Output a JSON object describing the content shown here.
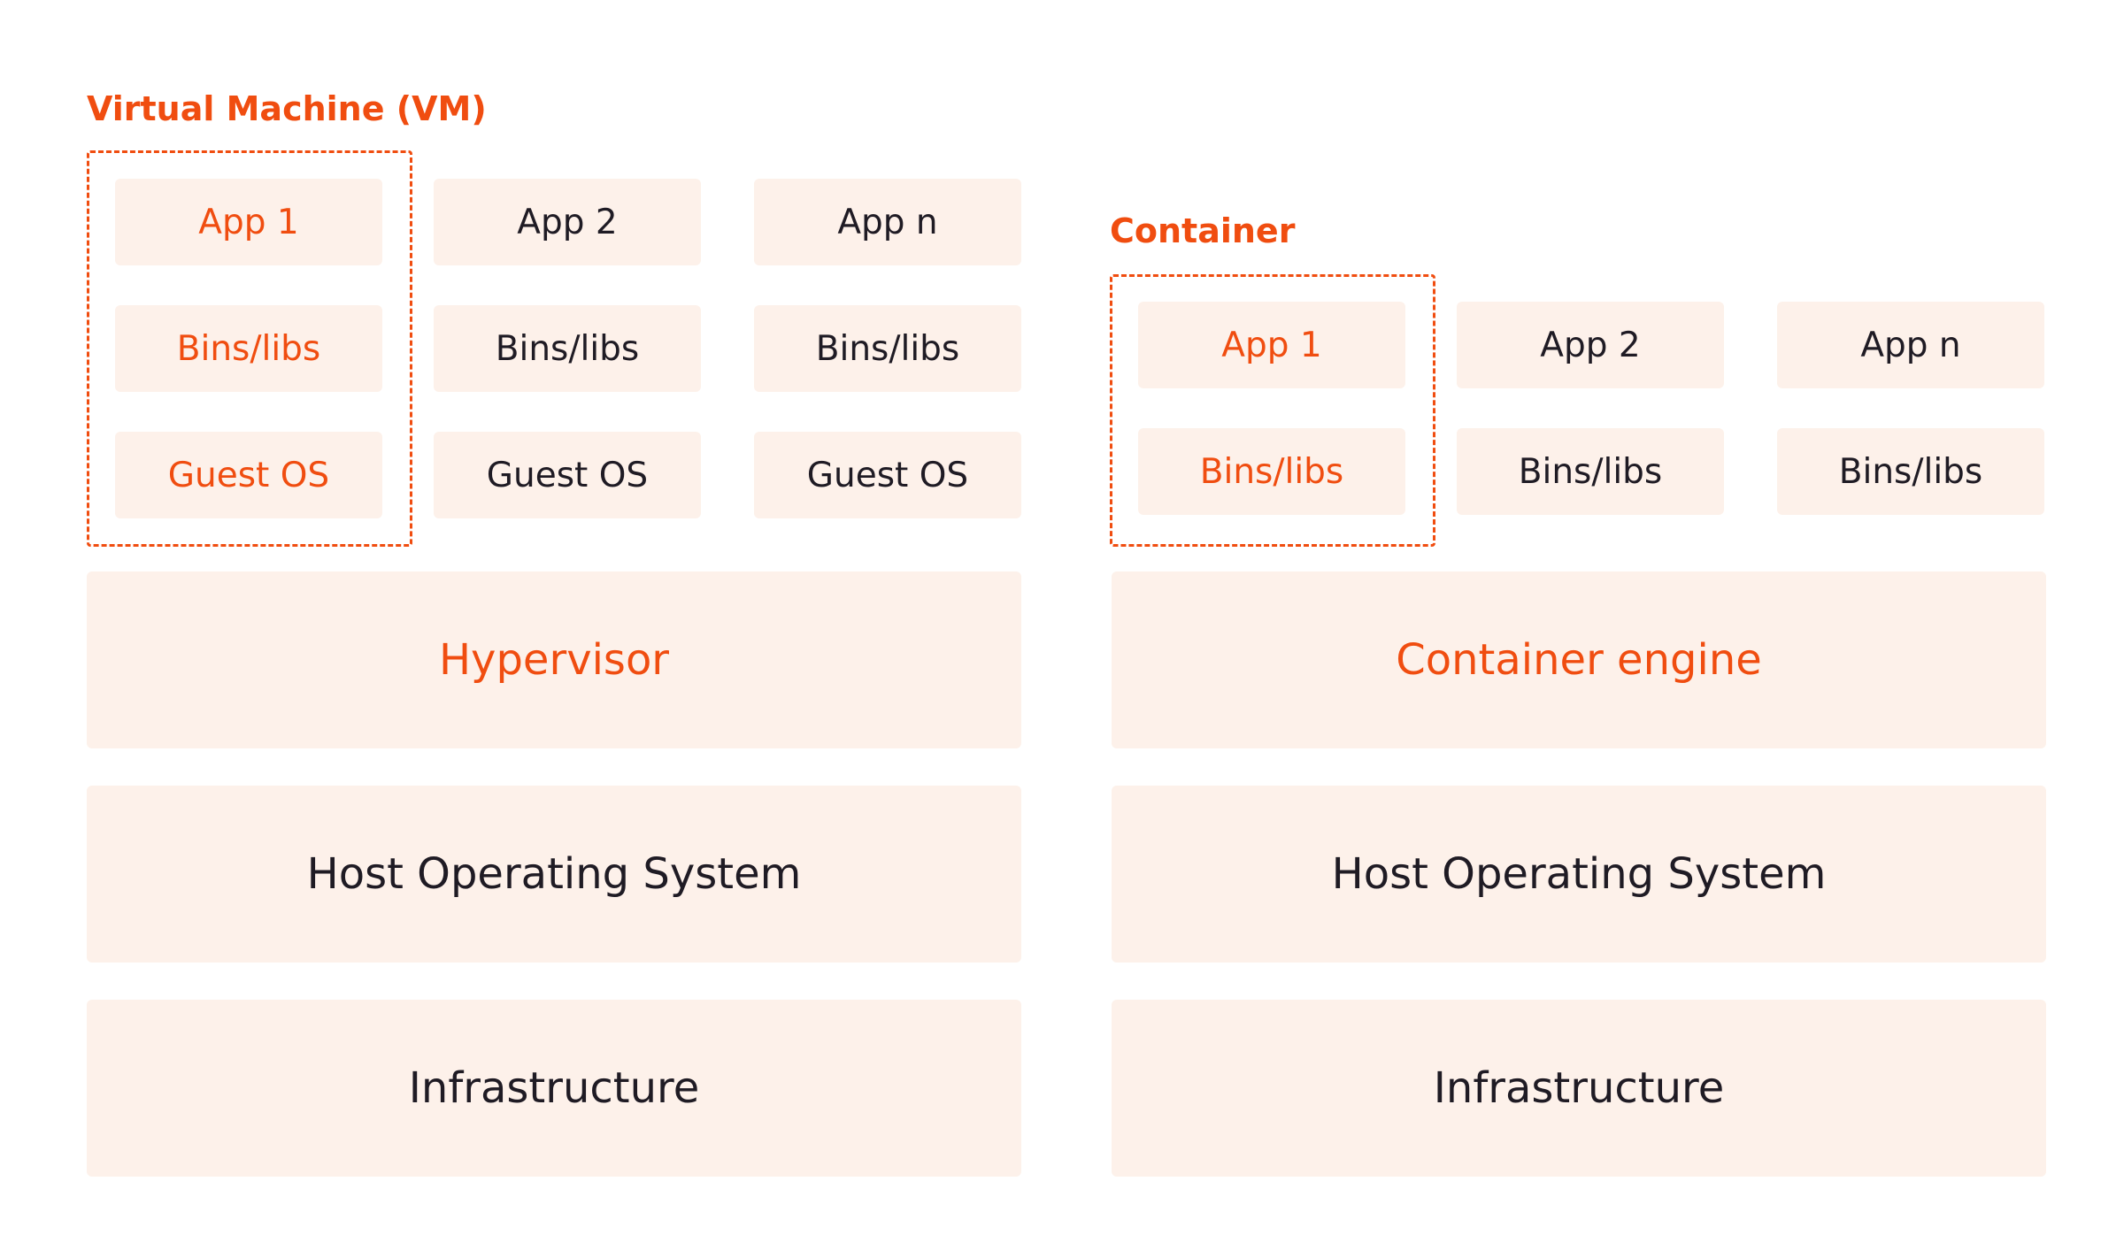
{
  "colors": {
    "accent": "#f04d10",
    "box_fill": "#fdf1ea",
    "text_dark": "#1f1b24",
    "background": "#ffffff"
  },
  "vm": {
    "title": "Virtual Machine (VM)",
    "apps": [
      "App 1",
      "App 2",
      "App n"
    ],
    "bins": [
      "Bins/libs",
      "Bins/libs",
      "Bins/libs"
    ],
    "guest_os": [
      "Guest OS",
      "Guest OS",
      "Guest OS"
    ],
    "hypervisor": "Hypervisor",
    "host_os": "Host Operating System",
    "infrastructure": "Infrastructure"
  },
  "container": {
    "title": "Container",
    "apps": [
      "App 1",
      "App 2",
      "App n"
    ],
    "bins": [
      "Bins/libs",
      "Bins/libs",
      "Bins/libs"
    ],
    "engine": "Container engine",
    "host_os": "Host Operating System",
    "infrastructure": "Infrastructure"
  }
}
